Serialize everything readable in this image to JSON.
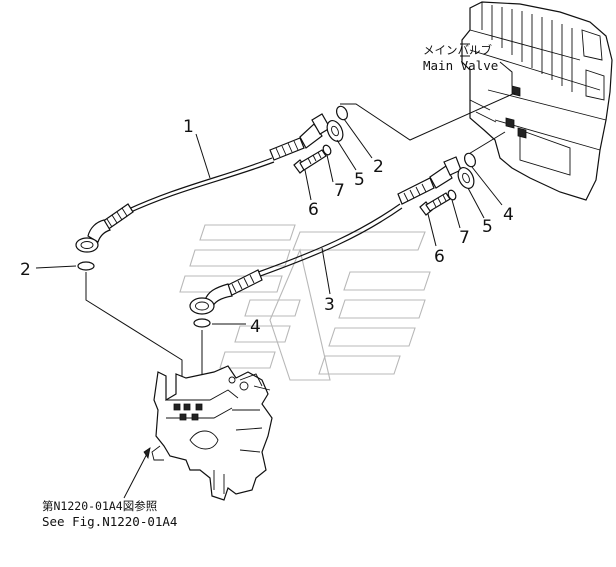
{
  "labels": {
    "main_valve_jp": "メインバルブ",
    "main_valve_en": "Main Valve",
    "see_fig_jp": "第N1220-01A4図参照",
    "see_fig_en": "See Fig.N1220-01A4"
  },
  "callouts": [
    {
      "id": "c1",
      "text": "1"
    },
    {
      "id": "c2a",
      "text": "2"
    },
    {
      "id": "c5a",
      "text": "5"
    },
    {
      "id": "c7a",
      "text": "7"
    },
    {
      "id": "c6a",
      "text": "6"
    },
    {
      "id": "c4a",
      "text": "4"
    },
    {
      "id": "c5b",
      "text": "5"
    },
    {
      "id": "c7b",
      "text": "7"
    },
    {
      "id": "c6b",
      "text": "6"
    },
    {
      "id": "c3",
      "text": "3"
    },
    {
      "id": "c2b",
      "text": "2"
    },
    {
      "id": "c4b",
      "text": "4"
    }
  ]
}
